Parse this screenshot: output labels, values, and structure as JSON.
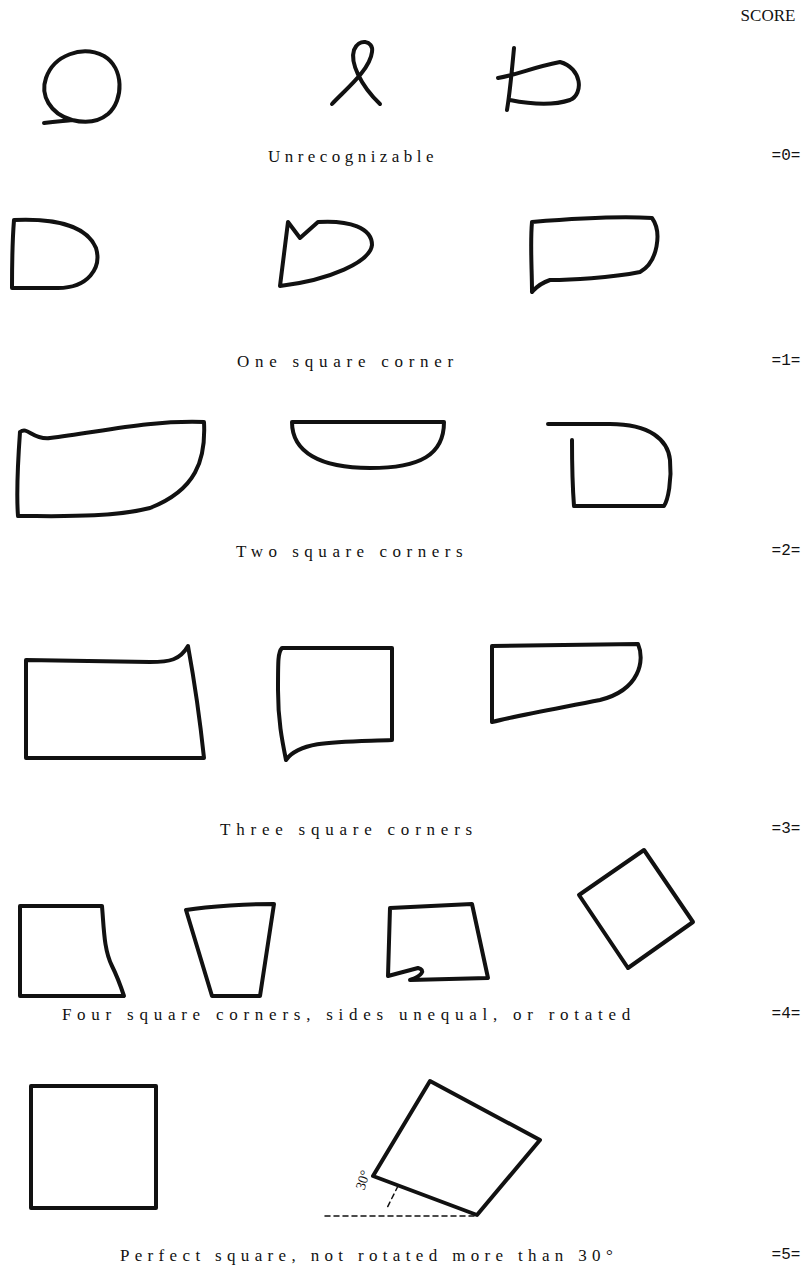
{
  "diagram": {
    "labels": [
      "SCORE",
      "Unrecognizable",
      "=0=",
      "One square corner",
      "=1=",
      "Two square corners",
      "=2=",
      "Three square corners",
      "=3=",
      "Four square corners, sides unequal, or rotated",
      "=4=",
      "30°",
      "Perfect square, not rotated more than 30°",
      "=5="
    ]
  }
}
